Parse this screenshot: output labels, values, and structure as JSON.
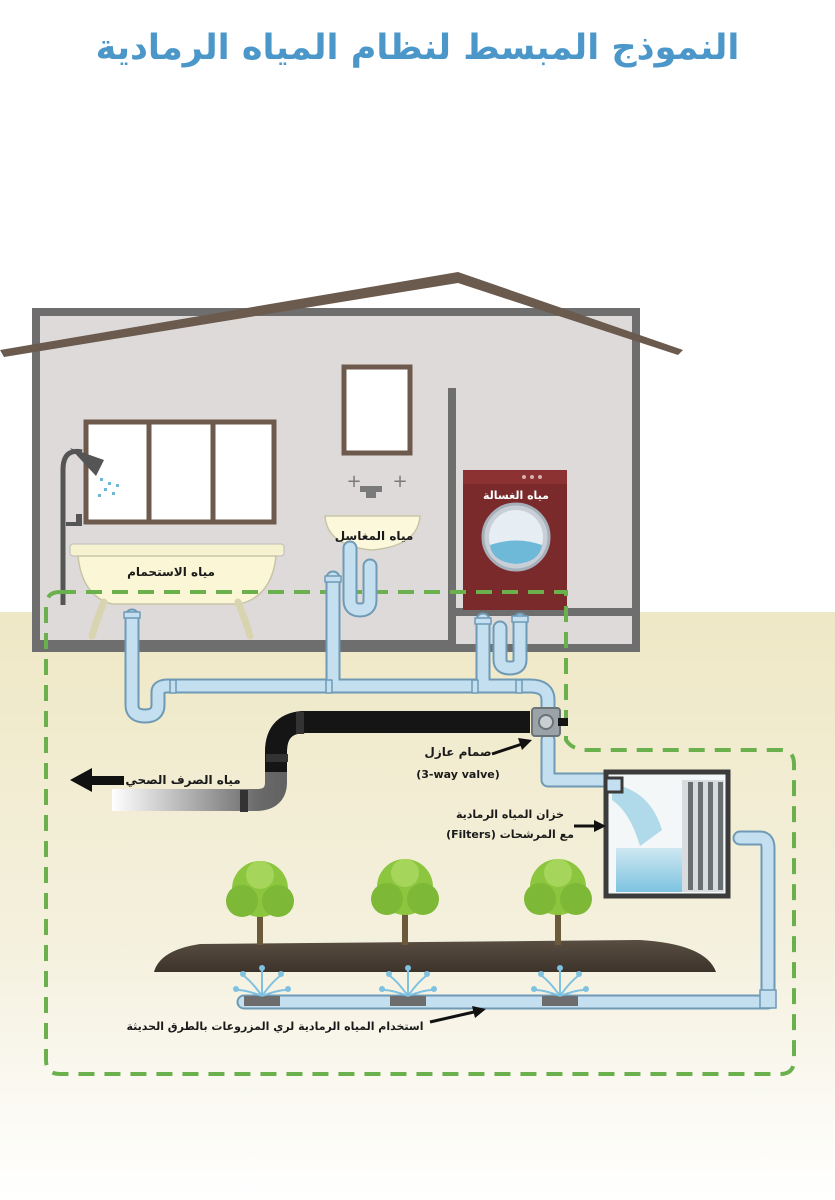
{
  "title": "النموذج المبسط لنظام المياه الرمادية",
  "labels": {
    "bath": "مياه الاستحمام",
    "sinks": "مياه المغاسل",
    "washer": "مياه الغسالة",
    "sewage": "مياه الصرف الصحي",
    "valve_ar": "صمام عازل",
    "valve_en": "(3-way valve)",
    "tank_line1": "خزان المياه الرمادية",
    "tank_line2": "مع المرشحات (Filters)",
    "irrigation": "استخدام المياه الرمادية لري المزروعات بالطرق الحديثة"
  },
  "colors": {
    "title": "#4b97c9",
    "pipe": "#b9d6e8",
    "pipe_outline": "#6f9ab5",
    "dashed_border": "#6ab04c",
    "ground": "#f1ecd0",
    "house_wall": "#dfdcdb",
    "house_outline": "#6e6e6e",
    "roof": "#6b5a4e",
    "washer": "#7a2a2a",
    "tree": "#8cc63f",
    "soil": "#4a3f36",
    "sewer_pipe": "#151515"
  }
}
